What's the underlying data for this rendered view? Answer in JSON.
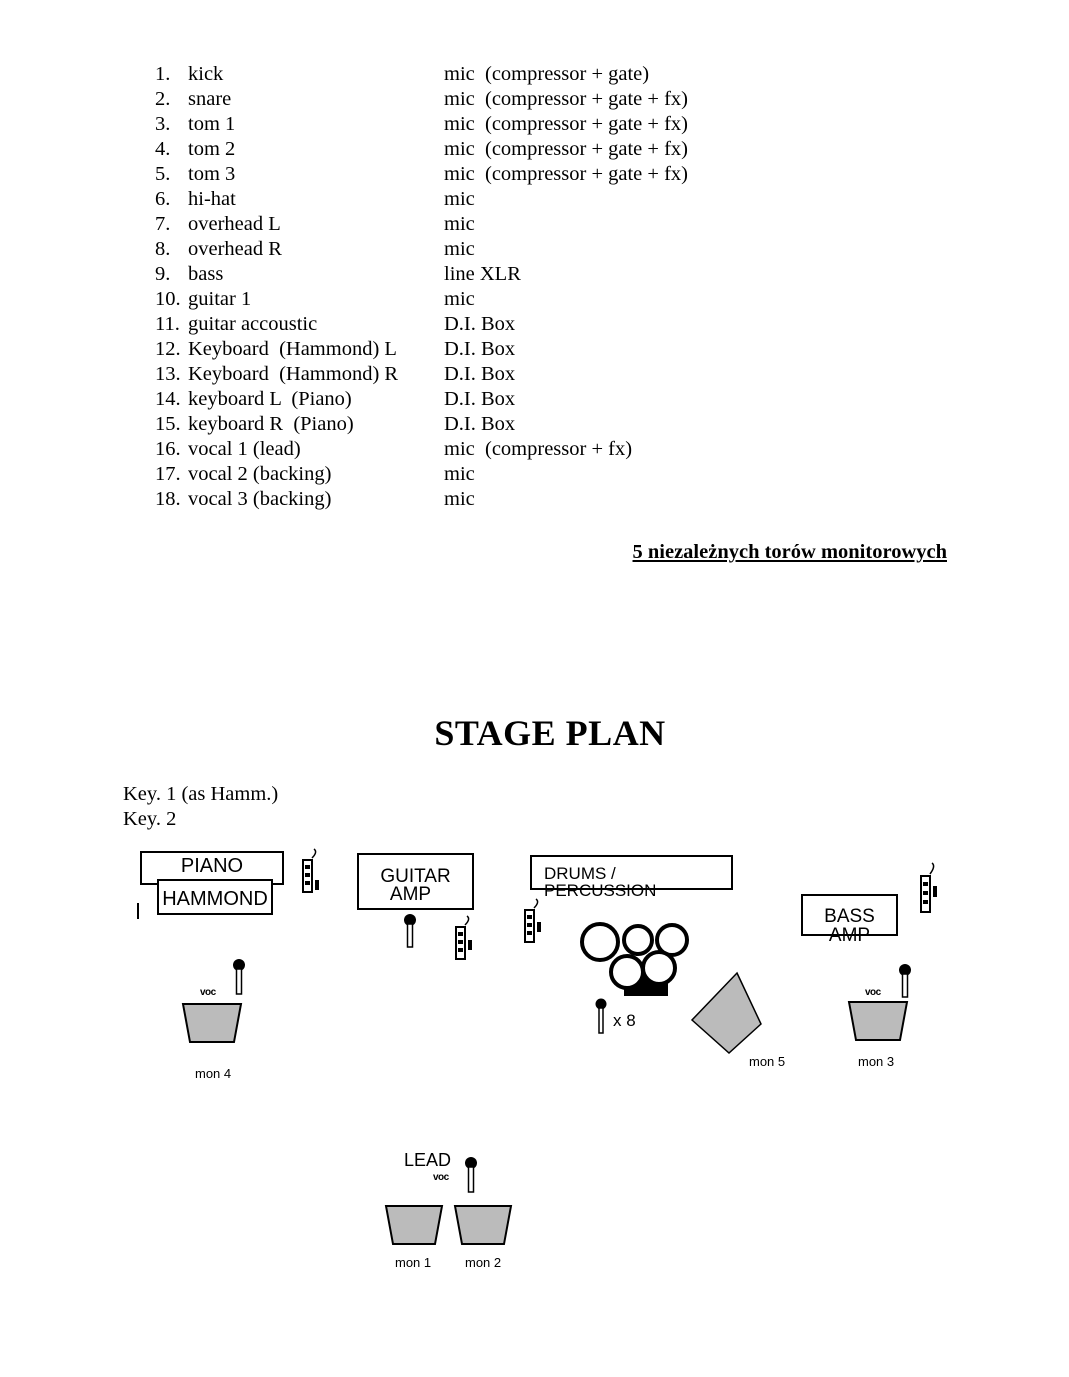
{
  "channels": [
    {
      "num": "1.",
      "name": "kick",
      "source": "mic  (compressor + gate)"
    },
    {
      "num": "2.",
      "name": "snare",
      "source": "mic  (compressor + gate + fx)"
    },
    {
      "num": "3.",
      "name": "tom 1",
      "source": "mic  (compressor + gate + fx)"
    },
    {
      "num": "4.",
      "name": "tom 2",
      "source": "mic  (compressor + gate + fx)"
    },
    {
      "num": "5.",
      "name": "tom 3",
      "source": "mic  (compressor + gate + fx)"
    },
    {
      "num": "6.",
      "name": "hi-hat",
      "source": "mic"
    },
    {
      "num": "7.",
      "name": "overhead L",
      "source": "mic"
    },
    {
      "num": "8.",
      "name": "overhead R",
      "source": "mic"
    },
    {
      "num": "9.",
      "name": "bass",
      "source": "line XLR"
    },
    {
      "num": "10.",
      "name": "guitar 1",
      "source": "mic"
    },
    {
      "num": "11.",
      "name": "guitar accoustic",
      "source": "D.I. Box"
    },
    {
      "num": "12.",
      "name": "Keyboard  (Hammond) L",
      "source": "D.I. Box"
    },
    {
      "num": "13.",
      "name": "Keyboard  (Hammond) R",
      "source": "D.I. Box"
    },
    {
      "num": "14.",
      "name": "keyboard L  (Piano)",
      "source": "D.I. Box"
    },
    {
      "num": "15.",
      "name": "keyboard R  (Piano)",
      "source": "D.I. Box"
    },
    {
      "num": "16.",
      "name": "vocal 1 (lead)",
      "source": "mic  (compressor + fx)"
    },
    {
      "num": "17.",
      "name": "vocal 2 (backing)",
      "source": "mic"
    },
    {
      "num": "18.",
      "name": "vocal 3 (backing)",
      "source": "mic"
    }
  ],
  "monitor_note": "5 niezależnych torów monitorowych",
  "stage_plan": {
    "title": "STAGE PLAN",
    "key_1": "Key. 1 (as Hamm.)",
    "key_2": "Key. 2",
    "piano": "PIANO",
    "hammond": "HAMMOND",
    "guitar_amp_line1": "GUITAR",
    "guitar_amp_line2": "AMP",
    "drums": "DRUMS / PERCUSSION",
    "bass_amp": "BASS AMP",
    "drum_mics": "x 8",
    "voc_label": "voc",
    "lead": "LEAD",
    "monitors": {
      "mon1": "mon 1",
      "mon2": "mon 2",
      "mon3": "mon 3",
      "mon4": "mon 4",
      "mon5": "mon 5"
    }
  }
}
